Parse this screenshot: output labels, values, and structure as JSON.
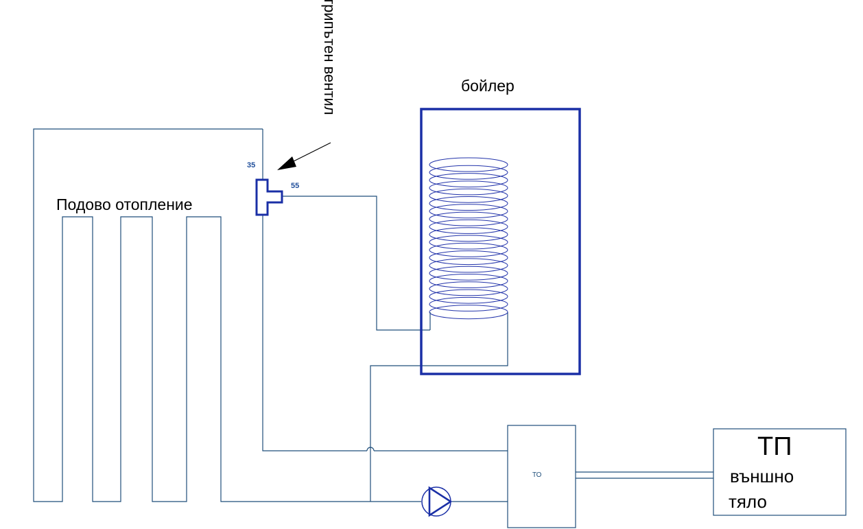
{
  "labels": {
    "floor_heating": "Подово отопление",
    "valve": "трипътен вентил",
    "boiler": "бойлер",
    "temp_35": "35",
    "temp_55": "55",
    "heat_exchanger": "ТО",
    "heat_pump": "ТП",
    "outdoor_unit_line1": "външно",
    "outdoor_unit_line2": "тяло"
  },
  "colors": {
    "pipe": "#1f4e7a",
    "equipment": "#1a2fa6",
    "coil": "#2233aa",
    "text": "#000000"
  }
}
